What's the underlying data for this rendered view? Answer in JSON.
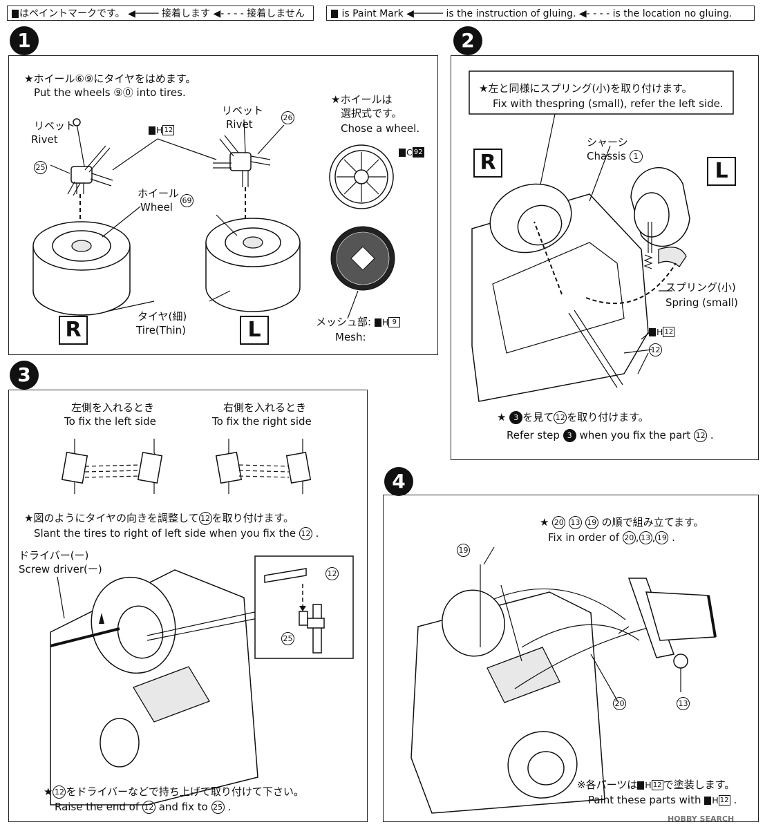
{
  "legend_jp": {
    "paint": "はペイントマークです。",
    "glue": "接着します",
    "noglue": "接着しません"
  },
  "legend_en": {
    "paint": "is Paint Mark",
    "glue": "is the instruction of gluing.",
    "noglue": "is the location no gluing."
  },
  "step1": {
    "number": "1",
    "instr_jp": "★ホイール⑥⑨にタイヤをはめます。",
    "instr_en": "Put the wheels ⑨⓪ into tires.",
    "rivet_jp_left": "リベット",
    "rivet_en_left": "Rivet",
    "rivet_jp_right": "リベット",
    "rivet_en_right": "Rivet",
    "part_25": "25",
    "part_26": "26",
    "part_69": "69",
    "paint_code": "12",
    "wheel_jp": "ホイール",
    "wheel_en": "Wheel",
    "tire_jp": "タイヤ(細)",
    "tire_en": "Tire(Thin)",
    "label_r": "R",
    "label_l": "L",
    "choose_jp1": "★ホイールは",
    "choose_jp2": "選択式です。",
    "choose_en": "Chose a wheel.",
    "paint_c": "92",
    "mesh_jp": "メッシュ部:",
    "mesh_en": "Mesh:",
    "mesh_code": "9"
  },
  "step2": {
    "number": "2",
    "instr_jp": "★左と同様にスプリング(小)を取り付けます。",
    "instr_en": "Fix with thespring (small), refer the left side.",
    "chassis_jp": "シャーシ",
    "chassis_en": "Chassis",
    "chassis_part": "1",
    "label_r": "R",
    "label_l": "L",
    "spring_jp": "スプリング(小)",
    "spring_en": "Spring (small)",
    "paint_code": "12",
    "part_12": "12",
    "ref_jp_a": "★",
    "ref_jp_b": "を見て",
    "ref_jp_c": "を取り付けます。",
    "ref_en_a": "Refer step",
    "ref_en_b": "when you fix the part",
    "ref_step": "3",
    "ref_part": "12"
  },
  "step3": {
    "number": "3",
    "left_jp": "左側を入れるとき",
    "left_en": "To fix the left side",
    "right_jp": "右側を入れるとき",
    "right_en": "To fix the right side",
    "adjust_jp_a": "★図のようにタイヤの向きを調整して",
    "adjust_jp_b": "を取り付けます。",
    "adjust_en": "Slant the tires to right of left side when you fix the",
    "part_12": "12",
    "part_25": "25",
    "driver_jp": "ドライバー(ー)",
    "driver_en": "Screw driver(ー)",
    "raise_jp_a": "★",
    "raise_jp_b": "をドライバーなどで持ち上げて取り付けて下さい。",
    "raise_en_a": "Raise the end of",
    "raise_en_b": "and fix to"
  },
  "step4": {
    "number": "4",
    "order_jp_b": "の順で組み立てます。",
    "order_en": "Fix in order of",
    "part_20": "20",
    "part_13": "13",
    "part_19": "19",
    "paint_note_jp_a": "※各パーツは",
    "paint_note_jp_b": "で塗装します。",
    "paint_note_en": "Paint these parts with",
    "paint_code": "12"
  },
  "watermark": "HOBBY SEARCH"
}
